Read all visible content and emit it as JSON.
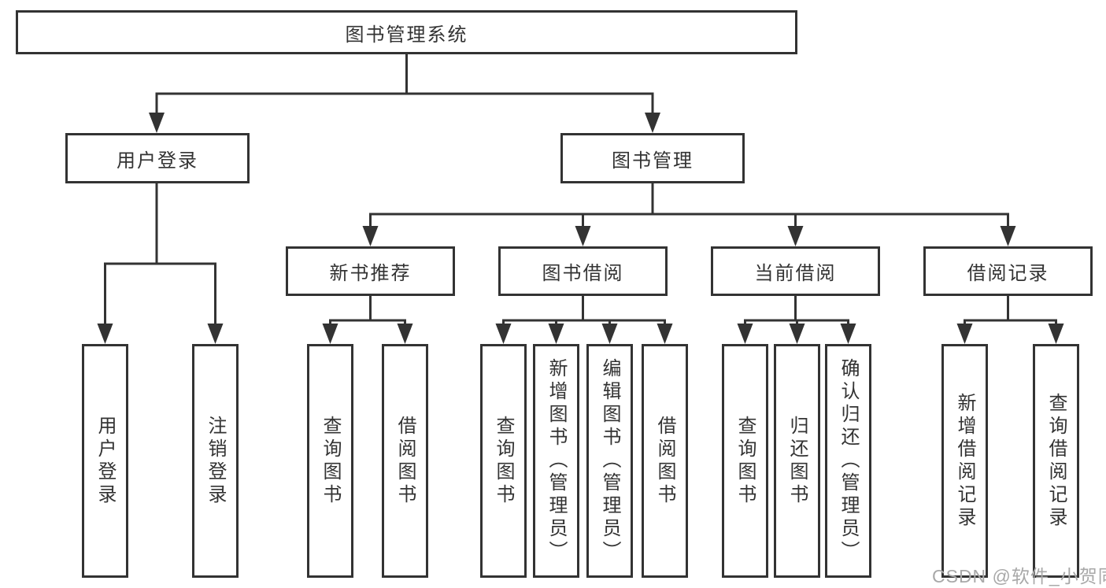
{
  "diagram": {
    "root": {
      "label": "图书管理系统"
    },
    "branches": [
      {
        "label": "用户登录",
        "children": [
          {
            "label": "用户登录"
          },
          {
            "label": "注销登录"
          }
        ]
      },
      {
        "label": "图书管理",
        "children": [
          {
            "label": "新书推荐",
            "children": [
              {
                "label": "查询图书"
              },
              {
                "label": "借阅图书"
              }
            ]
          },
          {
            "label": "图书借阅",
            "children": [
              {
                "label": "查询图书"
              },
              {
                "label": "新增图书（管理员）"
              },
              {
                "label": "编辑图书（管理员）"
              },
              {
                "label": "借阅图书"
              }
            ]
          },
          {
            "label": "当前借阅",
            "children": [
              {
                "label": "查询图书"
              },
              {
                "label": "归还图书"
              },
              {
                "label": "确认归还（管理员）"
              }
            ]
          },
          {
            "label": "借阅记录",
            "children": [
              {
                "label": "新增借阅记录"
              },
              {
                "label": "查询借阅记录"
              }
            ]
          }
        ]
      }
    ]
  },
  "watermark": {
    "text": "CSDN @软件_小贺同学"
  },
  "colors": {
    "line": "#333333",
    "box_border": "#333333",
    "box_fill": "#ffffff",
    "text": "#333333",
    "watermark": "#a8a8a8",
    "background": "#ffffff"
  }
}
